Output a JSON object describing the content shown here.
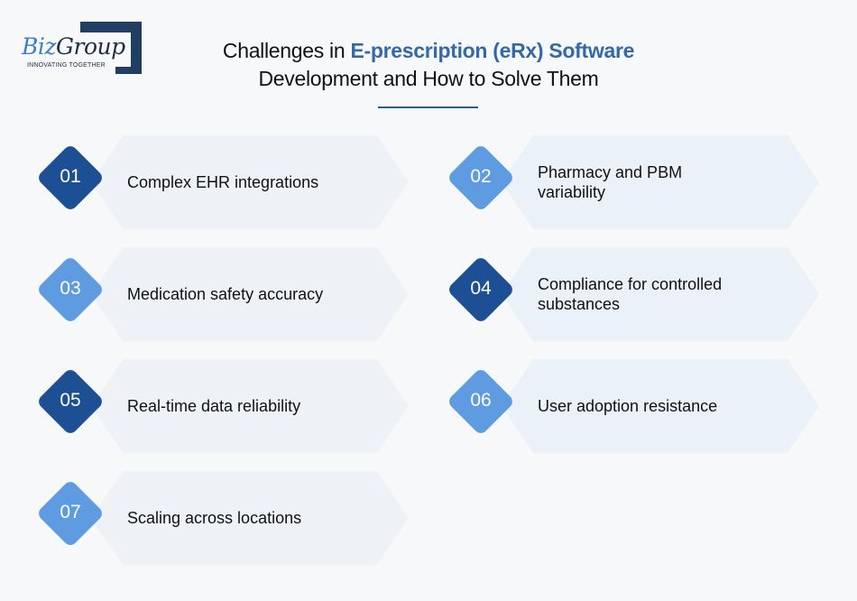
{
  "logo": {
    "brand_part1": "Biz",
    "brand_part2": "Group",
    "tagline": "INNOVATING TOGETHER"
  },
  "header": {
    "title_prefix": "Challenges in ",
    "title_highlight": "E-prescription (eRx) Software",
    "title_line2": "Development and How to Solve Them"
  },
  "colors": {
    "dark_blue": "#1d4f94",
    "light_blue": "#5e9be0",
    "highlight": "#3468a8",
    "card_bg": "#eef2f6",
    "page_bg": "#f6f8fa"
  },
  "items": [
    {
      "num": "01",
      "label": "Complex EHR integrations",
      "style": "dark"
    },
    {
      "num": "02",
      "label": "Pharmacy and PBM variability",
      "style": "light"
    },
    {
      "num": "03",
      "label": "Medication safety accuracy",
      "style": "light"
    },
    {
      "num": "04",
      "label": "Compliance for controlled substances",
      "style": "dark"
    },
    {
      "num": "05",
      "label": "Real-time data reliability",
      "style": "dark"
    },
    {
      "num": "06",
      "label": "User adoption resistance",
      "style": "light"
    },
    {
      "num": "07",
      "label": "Scaling across locations",
      "style": "light"
    }
  ]
}
